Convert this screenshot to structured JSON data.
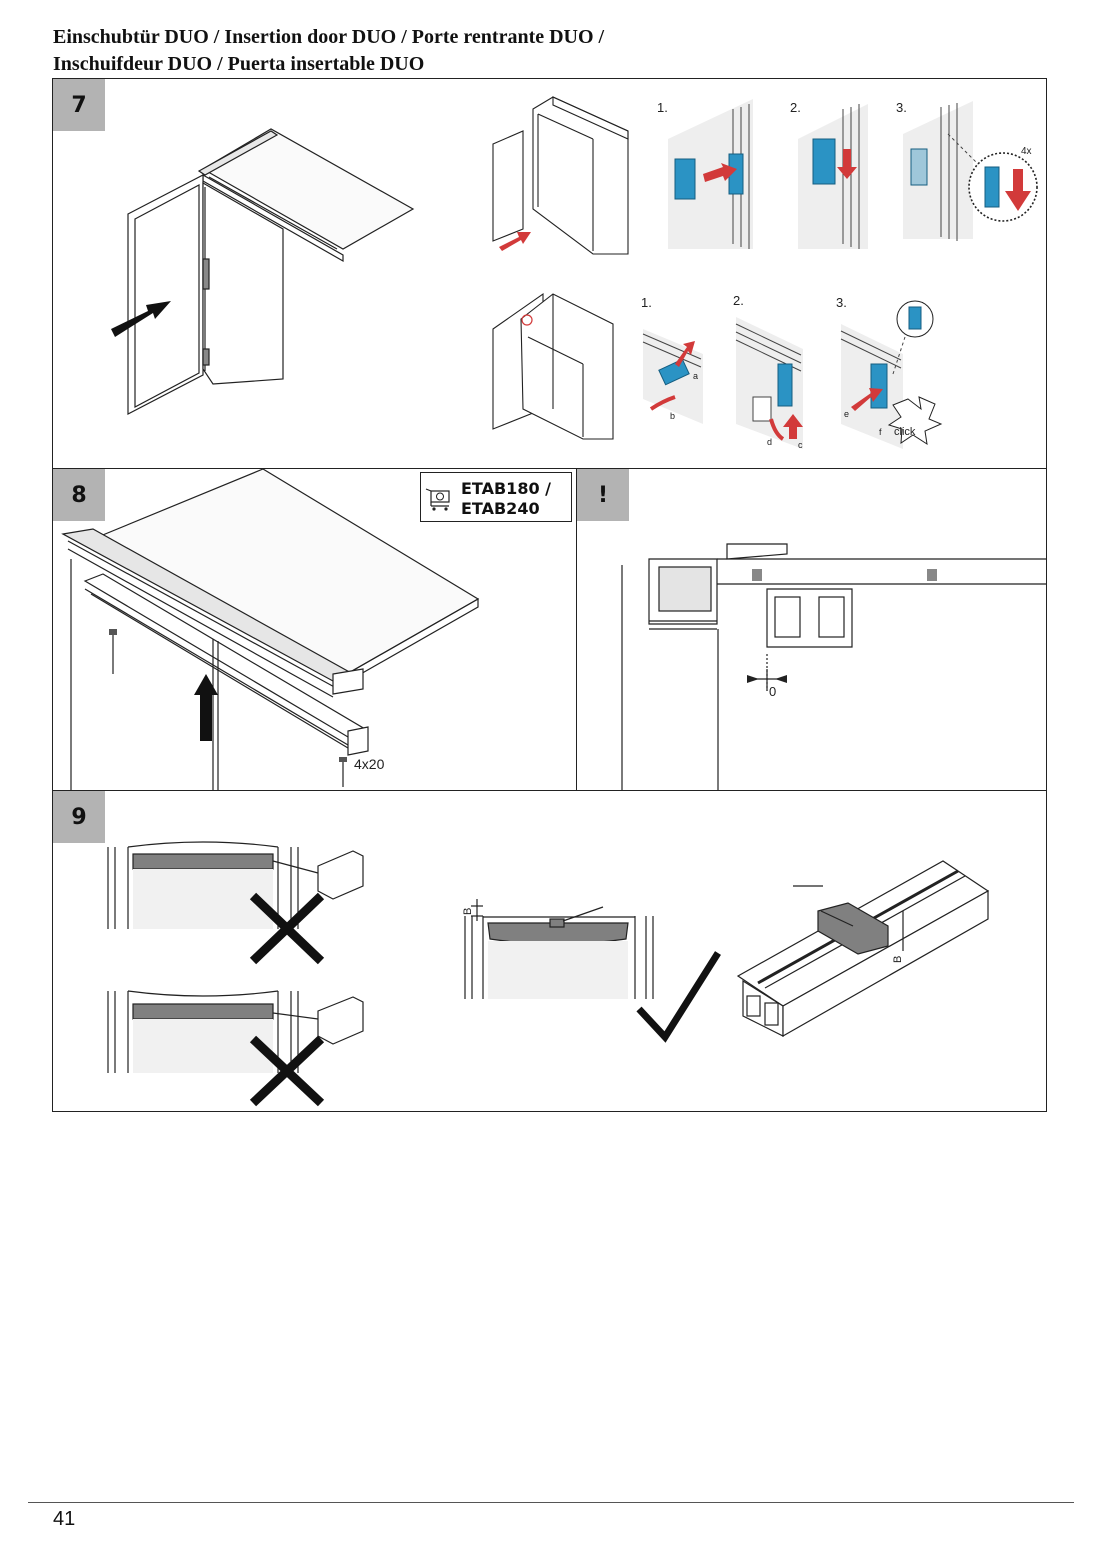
{
  "header": {
    "title_line1": "Einschubtür DUO / Insertion door DUO / Porte rentrante DUO /",
    "title_line2": "Inschuifdeur DUO / Puerta insertable DUO"
  },
  "steps": {
    "step7": {
      "number": "7",
      "sequence_top": [
        "1.",
        "2.",
        "3."
      ],
      "quantity_top": "4x",
      "sequence_bottom": [
        "1.",
        "2.",
        "3."
      ],
      "callouts": [
        "a",
        "b",
        "c",
        "d",
        "e",
        "f"
      ],
      "click_label": "click"
    },
    "step8": {
      "number": "8",
      "product_codes": "ETAB180 / ETAB240",
      "screw_spec": "4x20"
    },
    "warning": {
      "number": "!",
      "dimension": "0"
    },
    "step9": {
      "number": "9",
      "dimension_label": "B"
    }
  },
  "colors": {
    "step_badge": "#b3b3b3",
    "arrow_red": "#d23a3a",
    "part_blue": "#2b93c4",
    "spacer_gray": "#808080"
  },
  "icons": [
    "shopping-cart-icon",
    "cross-icon",
    "check-icon"
  ],
  "footer": {
    "page_number": "41"
  }
}
